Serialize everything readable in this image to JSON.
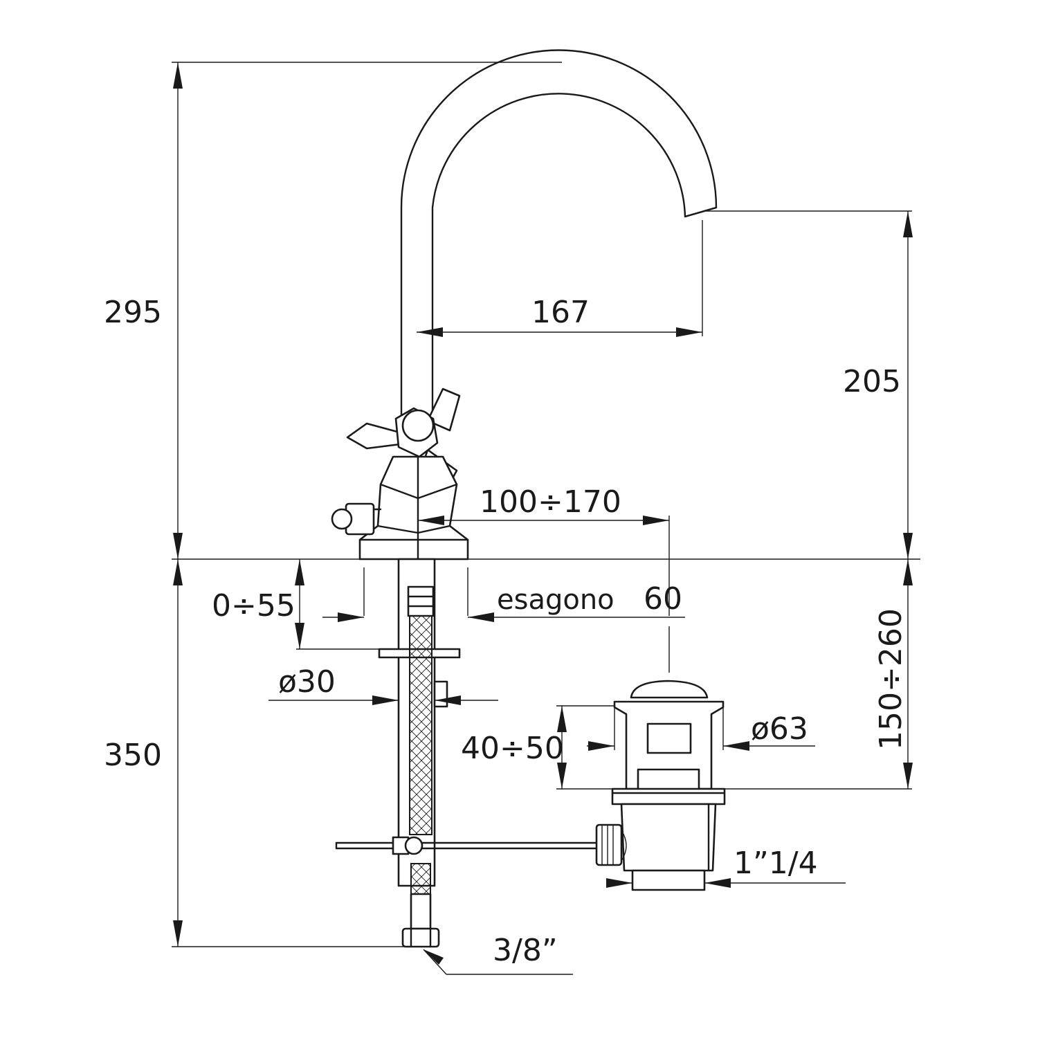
{
  "dimensions": {
    "total_height_above_deck": "295",
    "spout_reach": "167",
    "spout_outlet_height": "205",
    "deck_to_drain_distance": "100÷170",
    "deck_thickness_range": "0÷55",
    "hexagon_label": "esagono",
    "hexagon_size": "60",
    "shank_diameter": "ø30",
    "below_deck_length": "350",
    "drain_adjust_range": "150÷260",
    "drain_cap_diameter": "ø63",
    "drain_cap_height": "40÷50",
    "drain_thread": "1”1/4",
    "supply_thread": "3/8”"
  },
  "colors": {
    "line": "#1a1a1a",
    "background": "#ffffff"
  }
}
